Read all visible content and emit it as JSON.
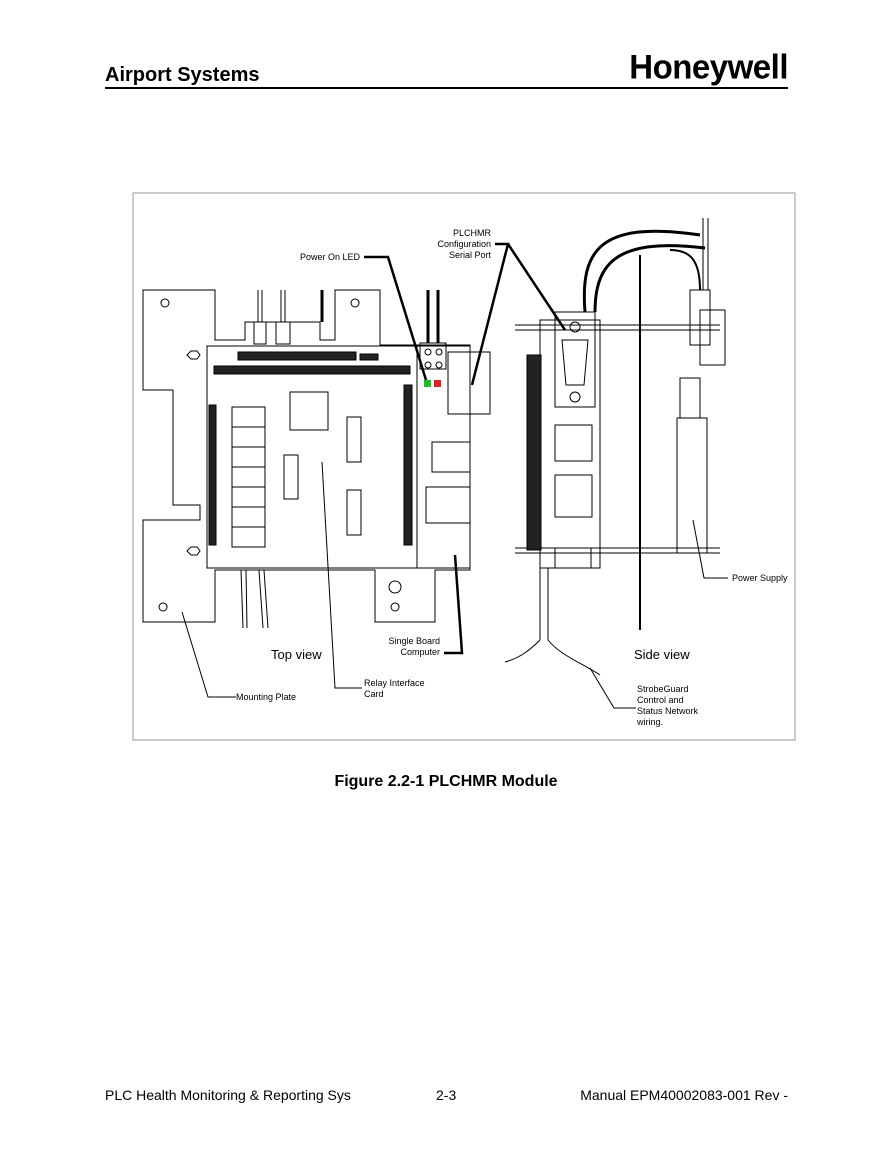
{
  "header": {
    "title": "Airport Systems",
    "logo": "Honeywell"
  },
  "figure": {
    "labels": {
      "power_on_led": "Power On LED",
      "serial_port_line1": "PLCHMR",
      "serial_port_line2": "Configuration",
      "serial_port_line3": "Serial Port",
      "power_supply": "Power Supply",
      "single_board_line1": "Single Board",
      "single_board_line2": "Computer",
      "top_view": "Top view",
      "side_view": "Side view",
      "relay_line1": "Relay Interface",
      "relay_line2": "Card",
      "mounting_plate": "Mounting Plate",
      "strobeguard_line1": "StrobeGuard",
      "strobeguard_line2": "Control and",
      "strobeguard_line3": "Status Network",
      "strobeguard_line4": "wiring."
    },
    "led_colors": {
      "green": "#22bb22",
      "red": "#dd2222"
    }
  },
  "caption": "Figure 2.2-1 PLCHMR Module",
  "footer": {
    "left": "PLC Health Monitoring & Reporting Sys",
    "center": "2-3",
    "right": "Manual EPM40002083-001 Rev -"
  }
}
